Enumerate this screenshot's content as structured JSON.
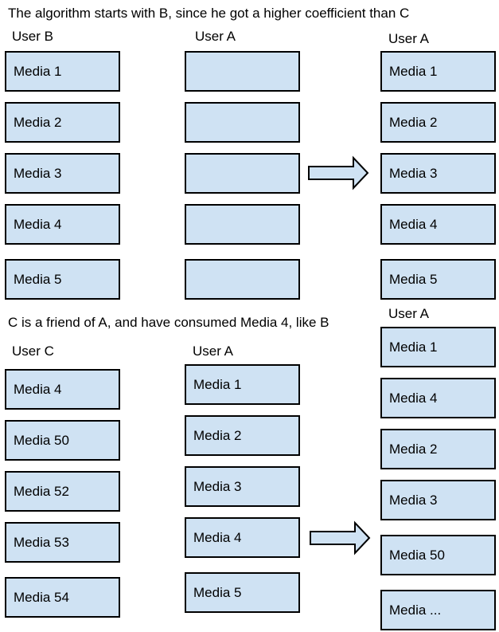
{
  "colors": {
    "box_fill": "#cfe2f3",
    "box_border": "#000000"
  },
  "section1": {
    "caption": "The algorithm starts with B, since he got a higher coefficient than C",
    "left_header": "User B",
    "left_items": [
      "Media 1",
      "Media 2",
      "Media 3",
      "Media 4",
      "Media 5"
    ],
    "middle_header": "User A",
    "middle_items": [
      "",
      "",
      "",
      "",
      ""
    ],
    "right_header": "User A",
    "right_items": [
      "Media 1",
      "Media 2",
      "Media 3",
      "Media 4",
      "Media 5"
    ],
    "arrow_icon": "right-arrow-icon"
  },
  "section2": {
    "caption": "C is a friend of A, and have consumed Media 4, like B",
    "left_header": "User C",
    "left_items": [
      "Media 4",
      "Media 50",
      "Media 52",
      "Media 53",
      "Media 54"
    ],
    "middle_header": "User A",
    "middle_items": [
      "Media 1",
      "Media 2",
      "Media 3",
      "Media 4",
      "Media 5"
    ],
    "right_header": "User A",
    "right_items": [
      "Media 1",
      "Media 4",
      "Media 2",
      "Media 3",
      "Media 50",
      "Media ..."
    ],
    "arrow_icon": "right-arrow-icon"
  }
}
